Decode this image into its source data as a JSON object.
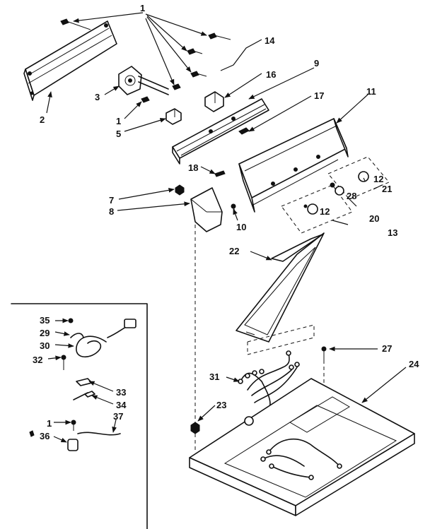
{
  "callouts": {
    "c1a": "1",
    "c2": "2",
    "c3": "3",
    "c1b": "1",
    "c5": "5",
    "c14": "14",
    "c16": "16",
    "c9": "9",
    "c17": "17",
    "c11": "11",
    "c18": "18",
    "c7": "7",
    "c8": "8",
    "c10": "10",
    "c12a": "12",
    "c28": "28",
    "c21": "21",
    "c12b": "12",
    "c20": "20",
    "c13": "13",
    "c22": "22",
    "c27": "27",
    "c24": "24",
    "c31": "31",
    "c23": "23",
    "c35": "35",
    "c29": "29",
    "c30": "30",
    "c32": "32",
    "c33": "33",
    "c34": "34",
    "c1c": "1",
    "c36": "36",
    "c37": "37"
  }
}
